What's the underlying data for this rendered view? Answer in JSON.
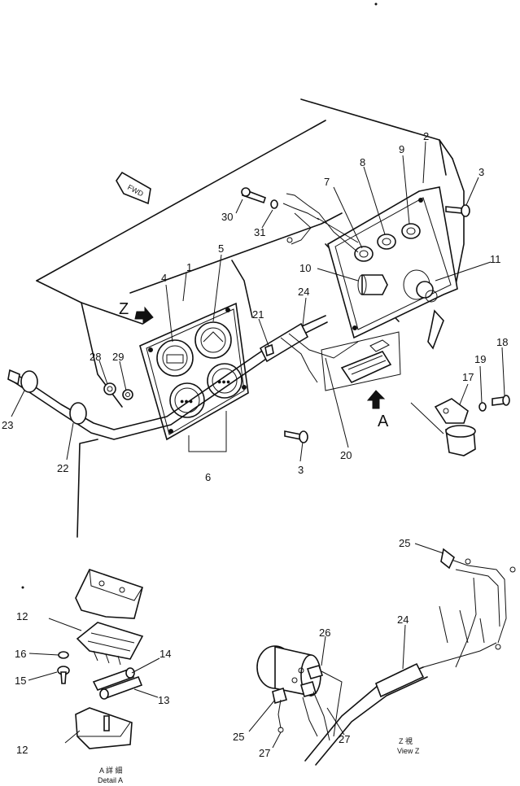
{
  "labels": {
    "l1": "1",
    "l2": "2",
    "l3a": "3",
    "l3b": "3",
    "l4": "4",
    "l5": "5",
    "l6": "6",
    "l7": "7",
    "l8": "8",
    "l9": "9",
    "l10": "10",
    "l11": "11",
    "l12a": "12",
    "l12b": "12",
    "l13": "13",
    "l14": "14",
    "l15": "15",
    "l16": "16",
    "l17": "17",
    "l18": "18",
    "l19": "19",
    "l20": "20",
    "l21": "21",
    "l22": "22",
    "l23": "23",
    "l24a": "24",
    "l24b": "24",
    "l25a": "25",
    "l25b": "25",
    "l26": "26",
    "l27a": "27",
    "l27b": "27",
    "l28": "28",
    "l29": "29",
    "l30": "30",
    "l31": "31"
  },
  "view_letters": {
    "z": "Z",
    "a": "A"
  },
  "fwd_tag": "FWD",
  "captions": {
    "detail_a_jp": "A 詳 細",
    "detail_a": "Detail A",
    "view_z_jp": "Z 視",
    "view_z": "View Z"
  }
}
